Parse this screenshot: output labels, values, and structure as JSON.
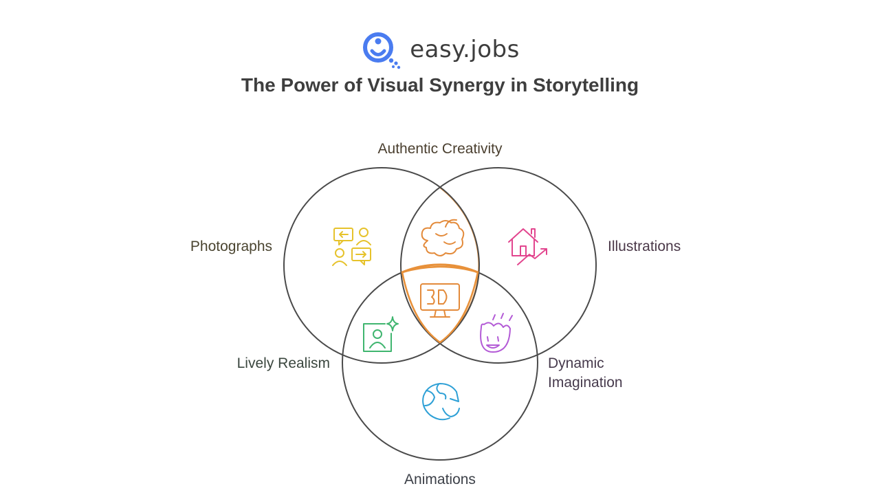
{
  "brand": {
    "name": "easy.jobs",
    "logo_icon": "magnifier-person-icon",
    "logo_color": "#4a7cf0"
  },
  "title": "The Power of Visual Synergy in Storytelling",
  "labels": {
    "top": "Authentic Creativity",
    "photographs": "Photographs",
    "illustrations": "Illustrations",
    "lively": "Lively Realism",
    "dynamic_line1": "Dynamic",
    "dynamic_line2": "Imagination",
    "animations": "Animations"
  },
  "icons": {
    "photographs": {
      "name": "conversation-icon",
      "color": "#e6c22b"
    },
    "authentic": {
      "name": "brain-icon",
      "color": "#e38a3a"
    },
    "illustrations": {
      "name": "house-growth-icon",
      "color": "#e2458e"
    },
    "center": {
      "name": "monitor-3d-icon",
      "color": "#e38a3a"
    },
    "lively": {
      "name": "portrait-sparkle-icon",
      "color": "#3fb56f"
    },
    "dynamic": {
      "name": "excited-face-icon",
      "color": "#b35ad6"
    },
    "animations": {
      "name": "globe-refresh-icon",
      "color": "#2ea0d6"
    }
  },
  "colors": {
    "circle_stroke": "#4a4a4a",
    "center_region": "#e8913a"
  }
}
